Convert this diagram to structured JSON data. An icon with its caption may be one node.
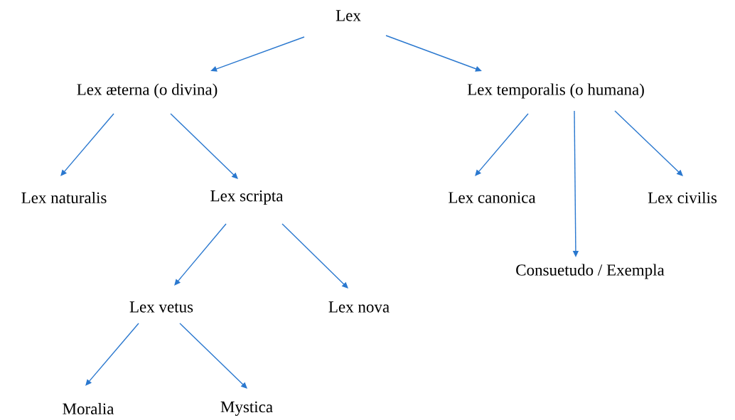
{
  "diagram": {
    "nodes": [
      {
        "text": [
          "Lex"
        ]
      },
      {
        "text": [
          "Lex æterna (o divina)"
        ]
      },
      {
        "text": [
          "Lex temporalis (o humana)"
        ]
      },
      {
        "text": [
          "Lex naturalis"
        ]
      },
      {
        "text": [
          "Lex scripta"
        ]
      },
      {
        "text": [
          "Lex canonica"
        ]
      },
      {
        "text": [
          "Lex civilis"
        ]
      },
      {
        "text": [
          "Consuetudo / Exempla"
        ]
      },
      {
        "text": [
          "Lex vetus"
        ]
      },
      {
        "text": [
          "Lex nova"
        ]
      },
      {
        "text": [
          "Moralia"
        ]
      },
      {
        "text": [
          "Mystica"
        ]
      }
    ],
    "edges": [
      {
        "from": 0,
        "to": 1,
        "arrow": "to"
      },
      {
        "from": 0,
        "to": 2,
        "arrow": "to"
      },
      {
        "from": 1,
        "to": 3,
        "arrow": "to"
      },
      {
        "from": 1,
        "to": 4,
        "arrow": "to"
      },
      {
        "from": 2,
        "to": 5,
        "arrow": "to"
      },
      {
        "from": 2,
        "to": 7,
        "arrow": "to"
      },
      {
        "from": 2,
        "to": 6,
        "arrow": "to"
      },
      {
        "from": 4,
        "to": 8,
        "arrow": "to"
      },
      {
        "from": 4,
        "to": 9,
        "arrow": "to"
      },
      {
        "from": 8,
        "to": 10,
        "arrow": "to"
      },
      {
        "from": 8,
        "to": 11,
        "arrow": "to"
      }
    ]
  }
}
